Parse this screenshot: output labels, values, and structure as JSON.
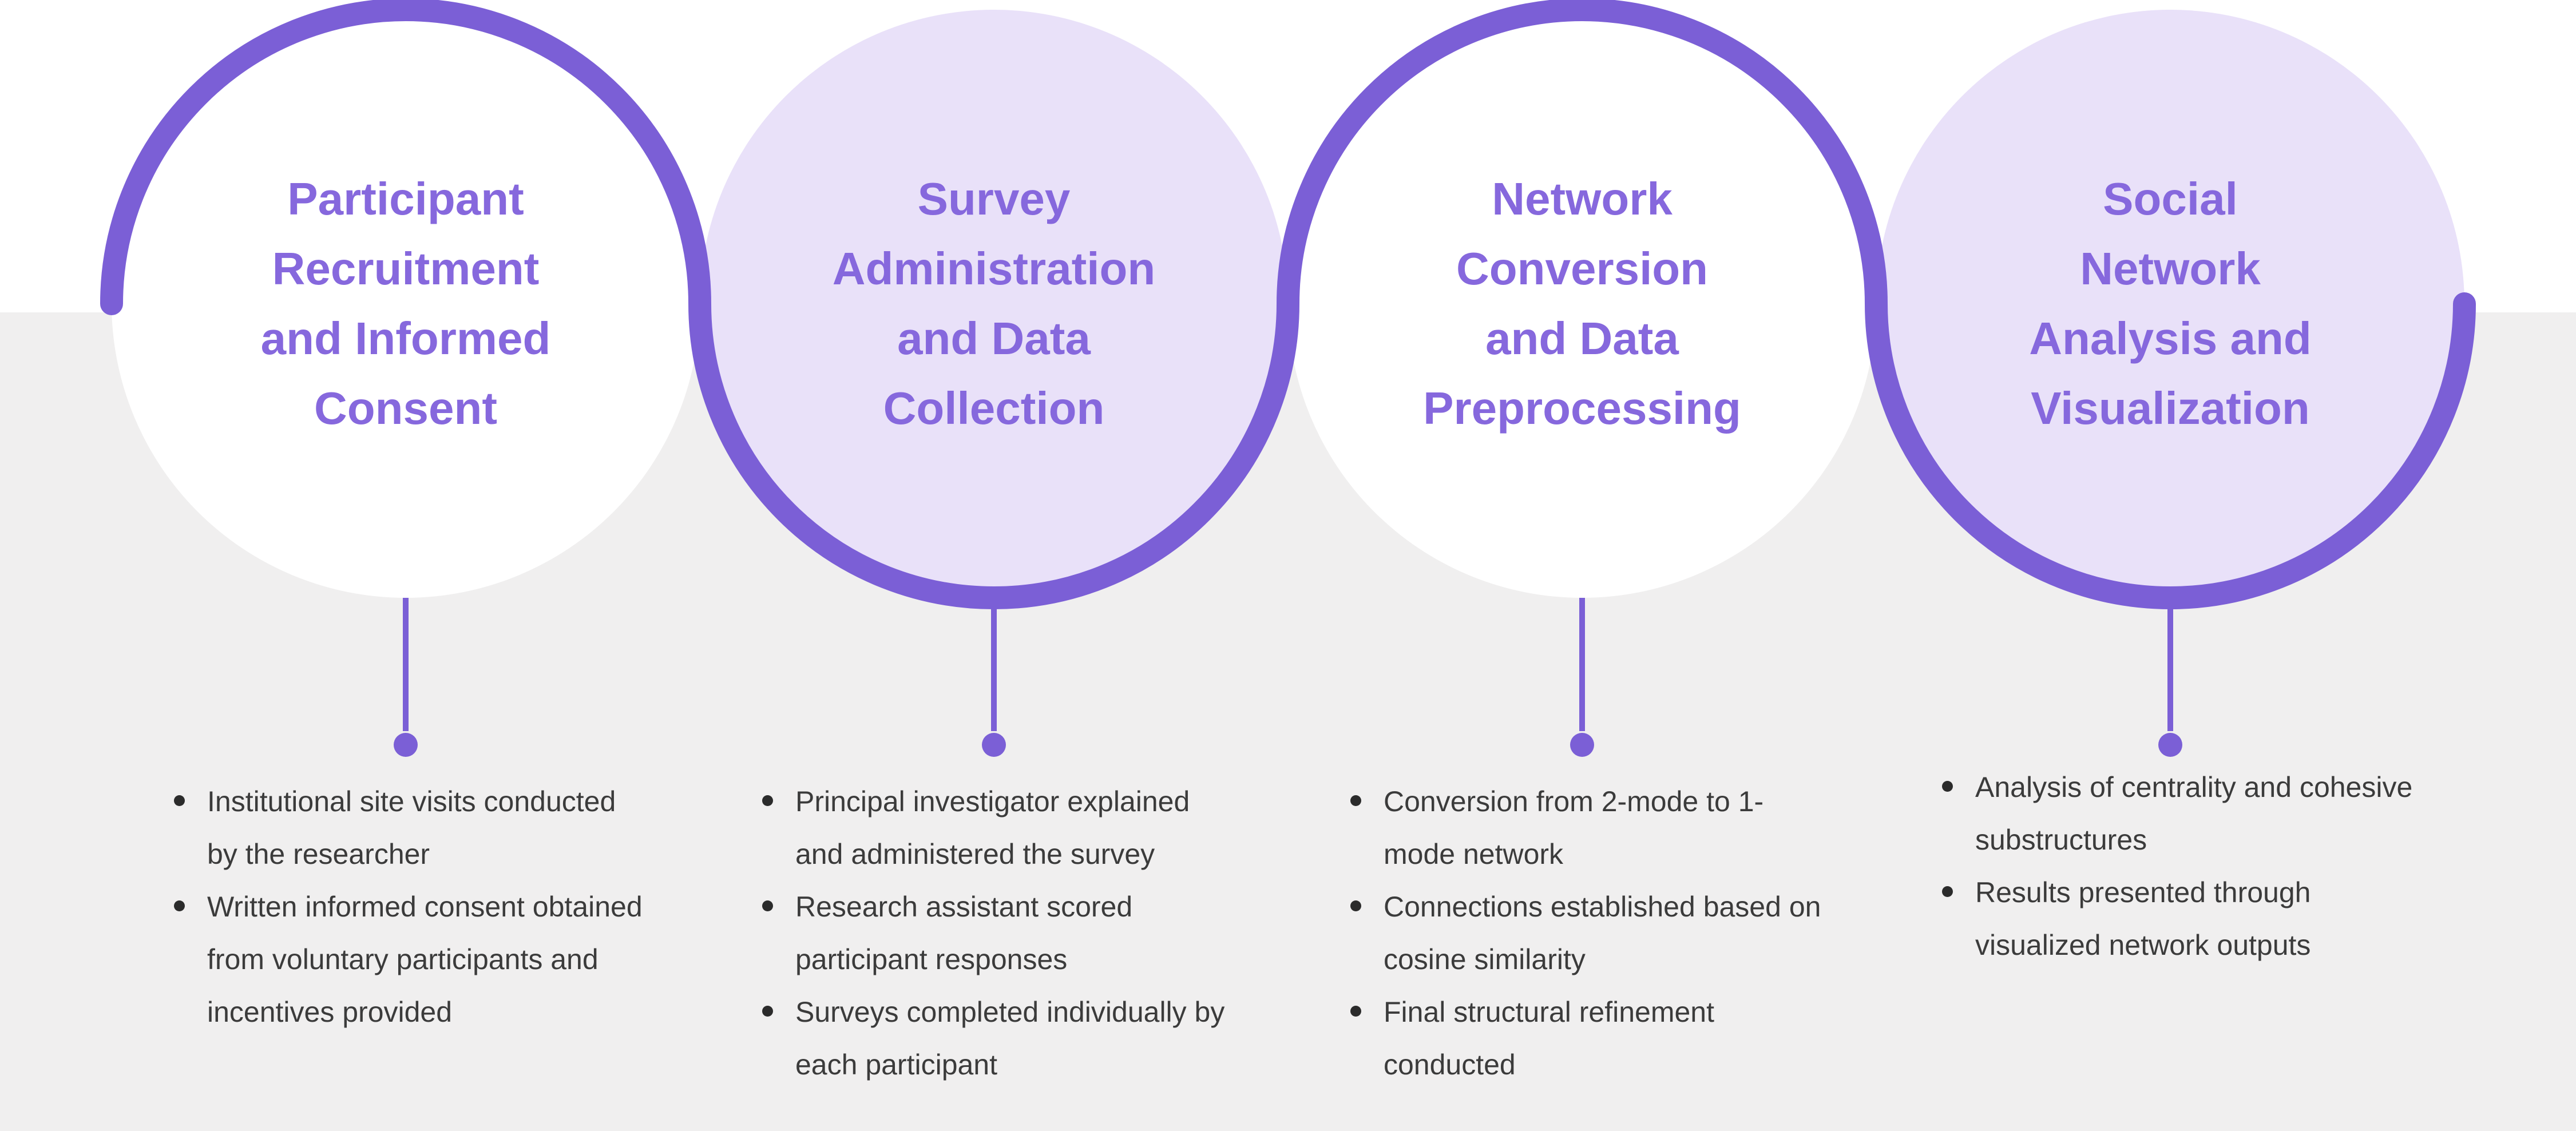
{
  "palette": {
    "accent": "#7b5fd6",
    "title_text": "#8668dd",
    "lavender_fill": "#e9e1f9",
    "band_background": "#f0efef",
    "body_text": "#3b3b3b"
  },
  "steps": [
    {
      "title": "Participant Recruitment and Informed Consent",
      "title_lines": [
        "Participant",
        "Recruitment",
        "and Informed",
        "Consent"
      ],
      "bullets": [
        "Institutional site visits conducted by the researcher",
        "Written informed consent obtained from voluntary participants and incentives provided"
      ]
    },
    {
      "title": "Survey Administration and Data Collection",
      "title_lines": [
        "Survey",
        "Administration",
        "and Data",
        "Collection"
      ],
      "bullets": [
        "Principal investigator explained and administered the survey",
        "Research assistant scored participant responses",
        "Surveys completed individually by each participant"
      ]
    },
    {
      "title": "Network Conversion and Data Preprocessing",
      "title_lines": [
        "Network",
        "Conversion",
        "and Data",
        "Preprocessing"
      ],
      "bullets": [
        "Conversion from 2-mode to 1-mode network",
        "Connections established based on cosine similarity",
        "Final structural refinement conducted"
      ]
    },
    {
      "title": "Social Network Analysis and Visualization",
      "title_lines": [
        "Social",
        "Network",
        "Analysis and",
        "Visualization"
      ],
      "bullets": [
        "Analysis of centrality and cohesive substructures",
        "Results presented through visualized network outputs"
      ]
    }
  ]
}
